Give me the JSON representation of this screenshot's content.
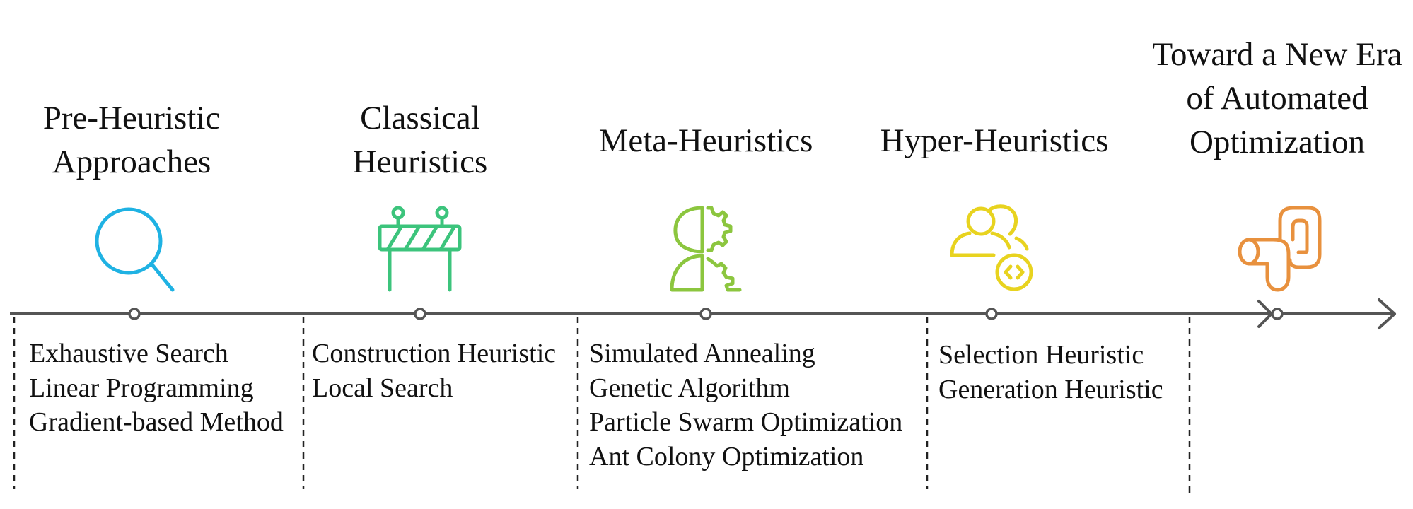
{
  "colors": {
    "axis": "#555555",
    "divider": "#222222",
    "pre_heuristic": "#1fb2e3",
    "classical": "#3cc47c",
    "meta": "#8cc63f",
    "hyper": "#e8d31f",
    "automated": "#e8913e"
  },
  "stages": [
    {
      "id": "pre-heuristic",
      "title_lines": [
        "Pre-Heuristic",
        "Approaches"
      ],
      "icon": "magnifier-icon",
      "methods": [
        "Exhaustive Search",
        "Linear Programming",
        "Gradient-based Method"
      ]
    },
    {
      "id": "classical",
      "title_lines": [
        "Classical",
        "Heuristics"
      ],
      "icon": "road-barrier-icon",
      "methods": [
        "Construction Heuristic",
        "Local Search"
      ]
    },
    {
      "id": "meta",
      "title_lines": [
        "Meta-Heuristics"
      ],
      "icon": "brain-gear-icon",
      "methods": [
        "Simulated Annealing",
        "Genetic Algorithm",
        "Particle Swarm Optimization",
        "Ant Colony Optimization"
      ]
    },
    {
      "id": "hyper",
      "title_lines": [
        "Hyper-Heuristics"
      ],
      "icon": "users-code-icon",
      "methods": [
        "Selection Heuristic",
        "Generation Heuristic"
      ]
    },
    {
      "id": "automated",
      "title_lines": [
        "Toward a New Era",
        "of Automated",
        "Optimization"
      ],
      "icon": "pipeline-icon",
      "methods": []
    }
  ]
}
